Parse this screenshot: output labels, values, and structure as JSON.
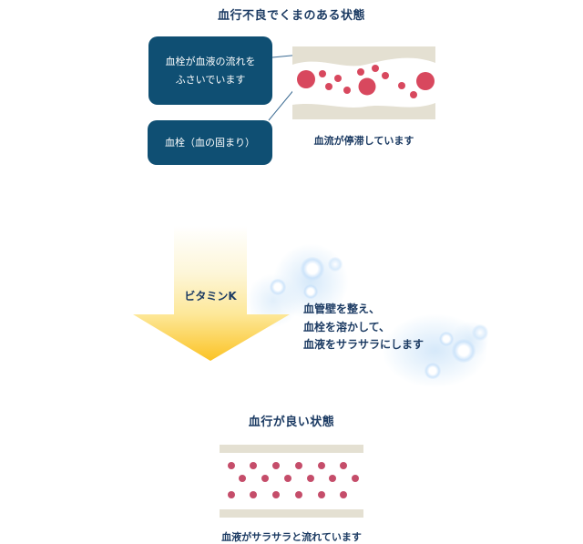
{
  "top_section": {
    "title": "血行不良でくまのある状態",
    "callout_clot_blocks": {
      "line1": "血栓が血液の流れを",
      "line2": "ふさいでいます"
    },
    "callout_clot": "血栓（血の固まり）",
    "caption": "血流が停滞しています"
  },
  "middle_section": {
    "arrow_label": "ビタミンK",
    "effect_lines": [
      "血管壁を整え、",
      "血栓を溶かして、",
      "血液をサラサラにします"
    ]
  },
  "bottom_section": {
    "title": "血行が良い状態",
    "caption": "血液がサラサラと流れています"
  },
  "colors": {
    "box_bg": "#0f4f73",
    "vessel_wall": "#e4e0d2",
    "cell_red": "#d8485e",
    "cell_pink": "#c54d6a",
    "text_navy": "#1c3b63",
    "arrow_top": "#fdf6d8",
    "arrow_bottom": "#fbc325"
  }
}
